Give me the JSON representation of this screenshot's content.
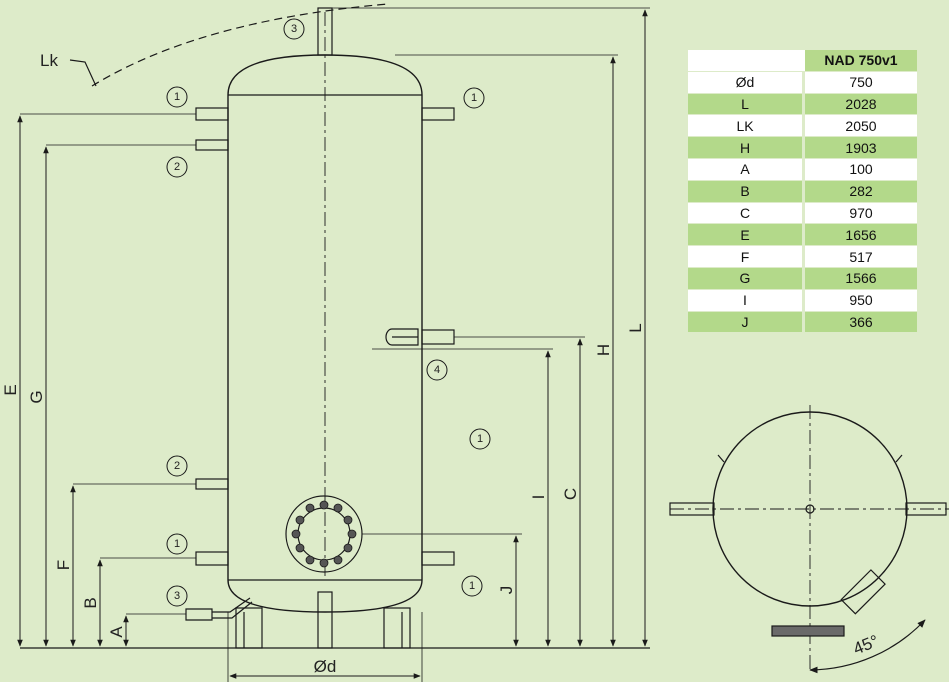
{
  "table": {
    "header_label": "",
    "header_value": "NAD 750v1",
    "rows": [
      {
        "label": "Ød",
        "value": "750"
      },
      {
        "label": "L",
        "value": "2028"
      },
      {
        "label": "LK",
        "value": "2050"
      },
      {
        "label": "H",
        "value": "1903"
      },
      {
        "label": "A",
        "value": "100"
      },
      {
        "label": "B",
        "value": "282"
      },
      {
        "label": "C",
        "value": "970"
      },
      {
        "label": "E",
        "value": "1656"
      },
      {
        "label": "F",
        "value": "517"
      },
      {
        "label": "G",
        "value": "1566"
      },
      {
        "label": "I",
        "value": "950"
      },
      {
        "label": "J",
        "value": "366"
      }
    ]
  },
  "dimensions": {
    "A": "A",
    "B": "B",
    "C": "C",
    "E": "E",
    "F": "F",
    "G": "G",
    "H": "H",
    "I": "I",
    "J": "J",
    "L": "L",
    "Lk": "Lk",
    "d": "Ød"
  },
  "callouts": {
    "one": "1",
    "two": "2",
    "three": "3",
    "four": "4"
  },
  "angle_label": "45°",
  "colors": {
    "background": "#ddebc9",
    "line": "#1a1a1a",
    "row_green": "#b3d98a",
    "row_white": "#ffffff"
  }
}
